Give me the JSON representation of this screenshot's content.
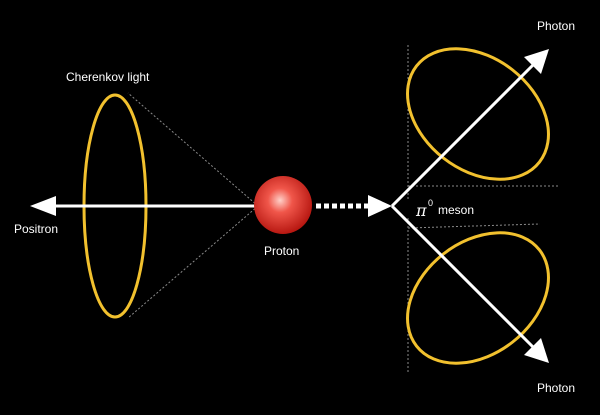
{
  "labels": {
    "cherenkov": "Cherenkov light",
    "positron": "Positron",
    "proton": "Proton",
    "pi_symbol": "π",
    "pi_superscript": "0",
    "meson": "meson",
    "photon_top": "Photon",
    "photon_bottom": "Photon"
  },
  "colors": {
    "background": "#000000",
    "ring": "#f2c12e",
    "arrow": "#ffffff",
    "proton": "#e8322b",
    "cone_lines": "#8a8a8a"
  }
}
